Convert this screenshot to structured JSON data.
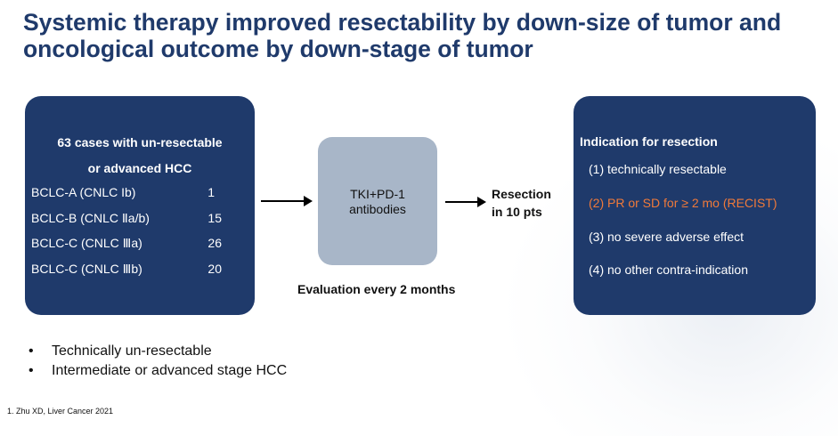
{
  "title": {
    "line1": "Systemic therapy improved resectability by down-size of tumor and",
    "line2": "oncological outcome by down-stage of tumor"
  },
  "left_box": {
    "heading_line1": "63 cases with un-resectable",
    "heading_line2": "or advanced HCC",
    "rows": [
      {
        "label": "BCLC-A  (CNLC Ib)",
        "count": "1"
      },
      {
        "label": "BCLC-B  (CNLC Ⅱa/b)",
        "count": "15"
      },
      {
        "label": "BCLC-C   (CNLC Ⅲa)",
        "count": "26"
      },
      {
        "label": "BCLC-C   (CNLC Ⅲb)",
        "count": "20"
      }
    ]
  },
  "middle_box": {
    "line1": "TKI+PD-1",
    "line2": "antibodies"
  },
  "evaluation": "Evaluation every 2 months",
  "resection": {
    "line1": "Resection",
    "line2": "in 10 pts"
  },
  "right_box": {
    "heading": "Indication for resection",
    "items": [
      "(1)  technically resectable",
      "(2)  PR or SD for ≥ 2 mo (RECIST)",
      "(3)  no severe adverse effect",
      "(4)  no other contra-indication"
    ],
    "highlight_color": "#f07a3a"
  },
  "bullets": [
    "Technically un-resectable",
    "Intermediate or advanced stage HCC"
  ],
  "footnote": "1.   Zhu XD, Liver Cancer 2021",
  "colors": {
    "title": "#1f3a6b",
    "box": "#1f3a6b",
    "middle_box": "#a8b6c8"
  }
}
